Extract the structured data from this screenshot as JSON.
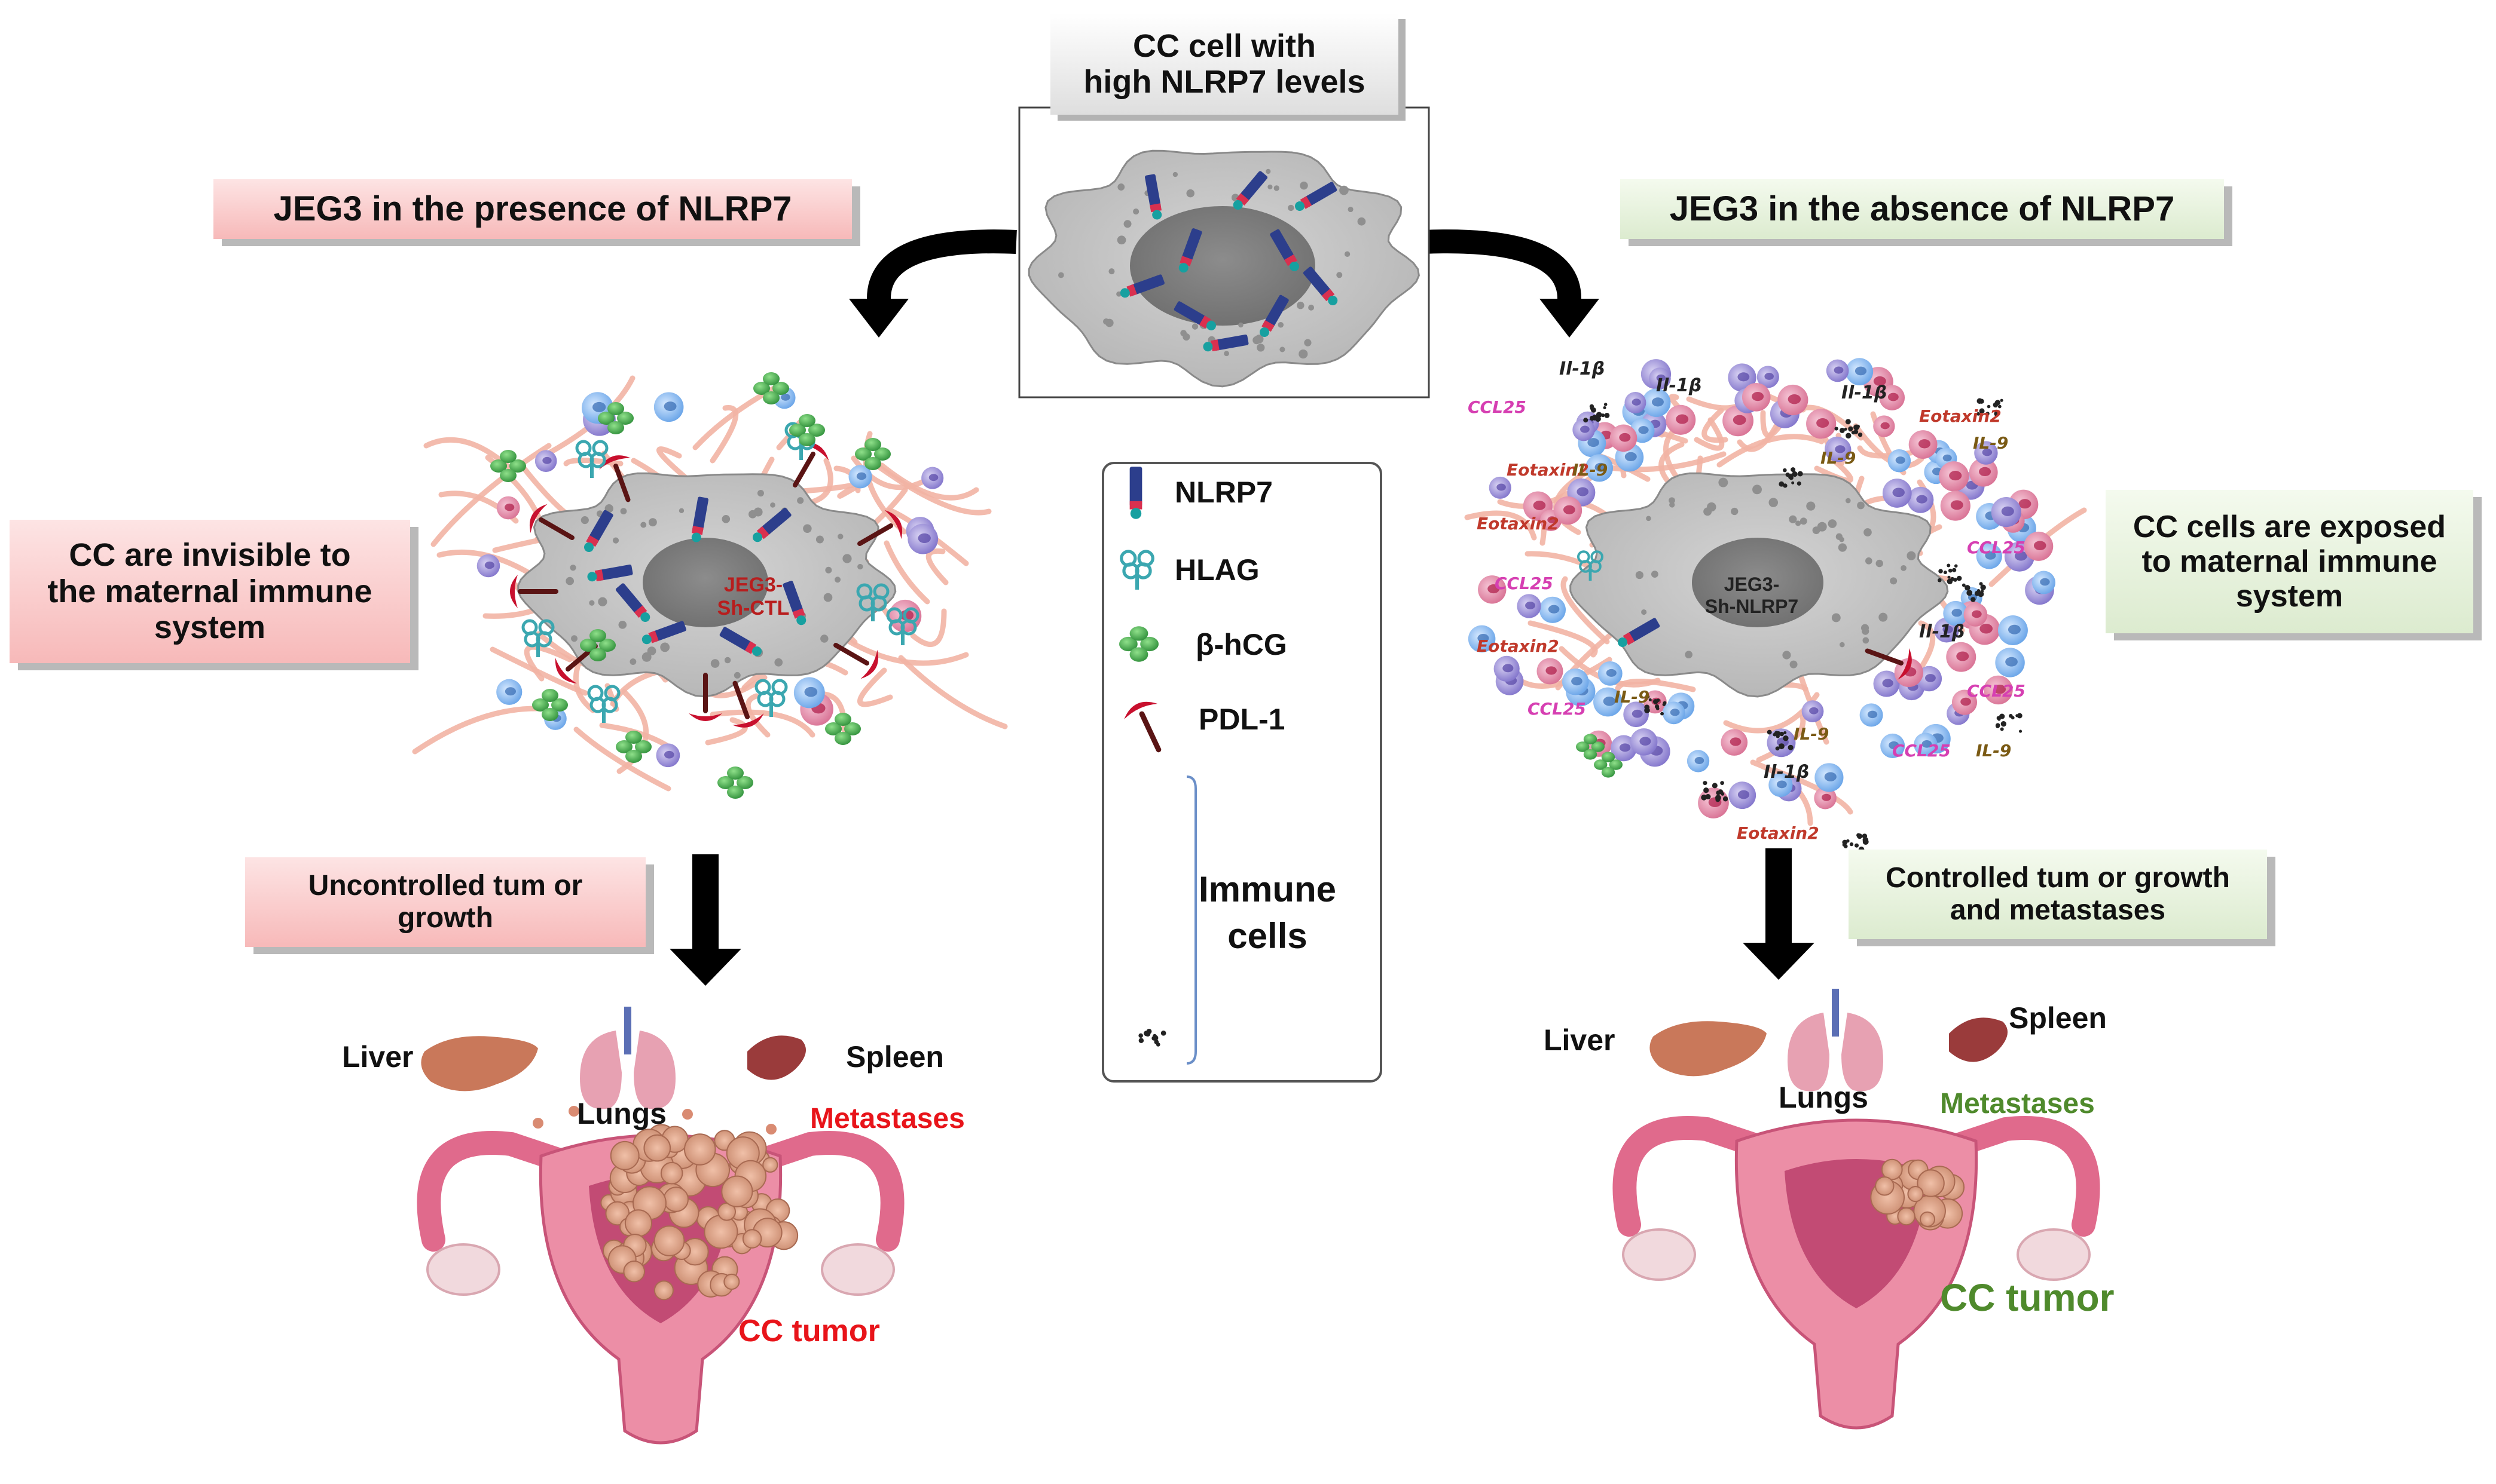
{
  "top_cell": {
    "title_line1": "CC cell with",
    "title_line2": "high NLRP7 levels"
  },
  "left_panel": {
    "header": "JEG3  in the presence of NLRP7",
    "side_box_line1": "CC  are invisible to",
    "side_box_line2": "the  maternal immune",
    "side_box_line3": "system",
    "cell_label_line1": "JEG3-",
    "cell_label_line2": "Sh-CTL",
    "outcome_line1": "Uncontrolled tum or",
    "outcome_line2": "growth",
    "organs": {
      "liver": "Liver",
      "lungs": "Lungs",
      "spleen": "Spleen"
    },
    "metastases": "Metastases",
    "tumor": "CC tumor",
    "colors": {
      "alert": "#e8141a"
    }
  },
  "right_panel": {
    "header": "JEG3 in the absence of NLRP7",
    "side_box_line1": "CC cells are exposed",
    "side_box_line2": "to maternal immune",
    "side_box_line3": "system",
    "cell_label_line1": "JEG3-",
    "cell_label_line2": "Sh-NLRP7",
    "outcome_line1": "Controlled tum or growth",
    "outcome_line2": "and metastases",
    "organs": {
      "liver": "Liver",
      "lungs": "Lungs",
      "spleen": "Spleen"
    },
    "metastases": "Metastases",
    "tumor": "CC tumor",
    "cytokines": {
      "il1b": "Il-1β",
      "il9": "IL-9",
      "ccl25": "CCL25",
      "eotaxin2": "Eotaxin2"
    },
    "colors": {
      "good": "#4f8a2c",
      "ccl25": "#d63fb2",
      "eotaxin": "#c0392b",
      "il9": "#7a5a14"
    }
  },
  "legend": {
    "nlrp7": "NLRP7",
    "hlag": "HLAG",
    "bhcg": "β-hCG",
    "pdl1": "PDL-1",
    "immune_line1": "Immune",
    "immune_line2": "cells"
  }
}
